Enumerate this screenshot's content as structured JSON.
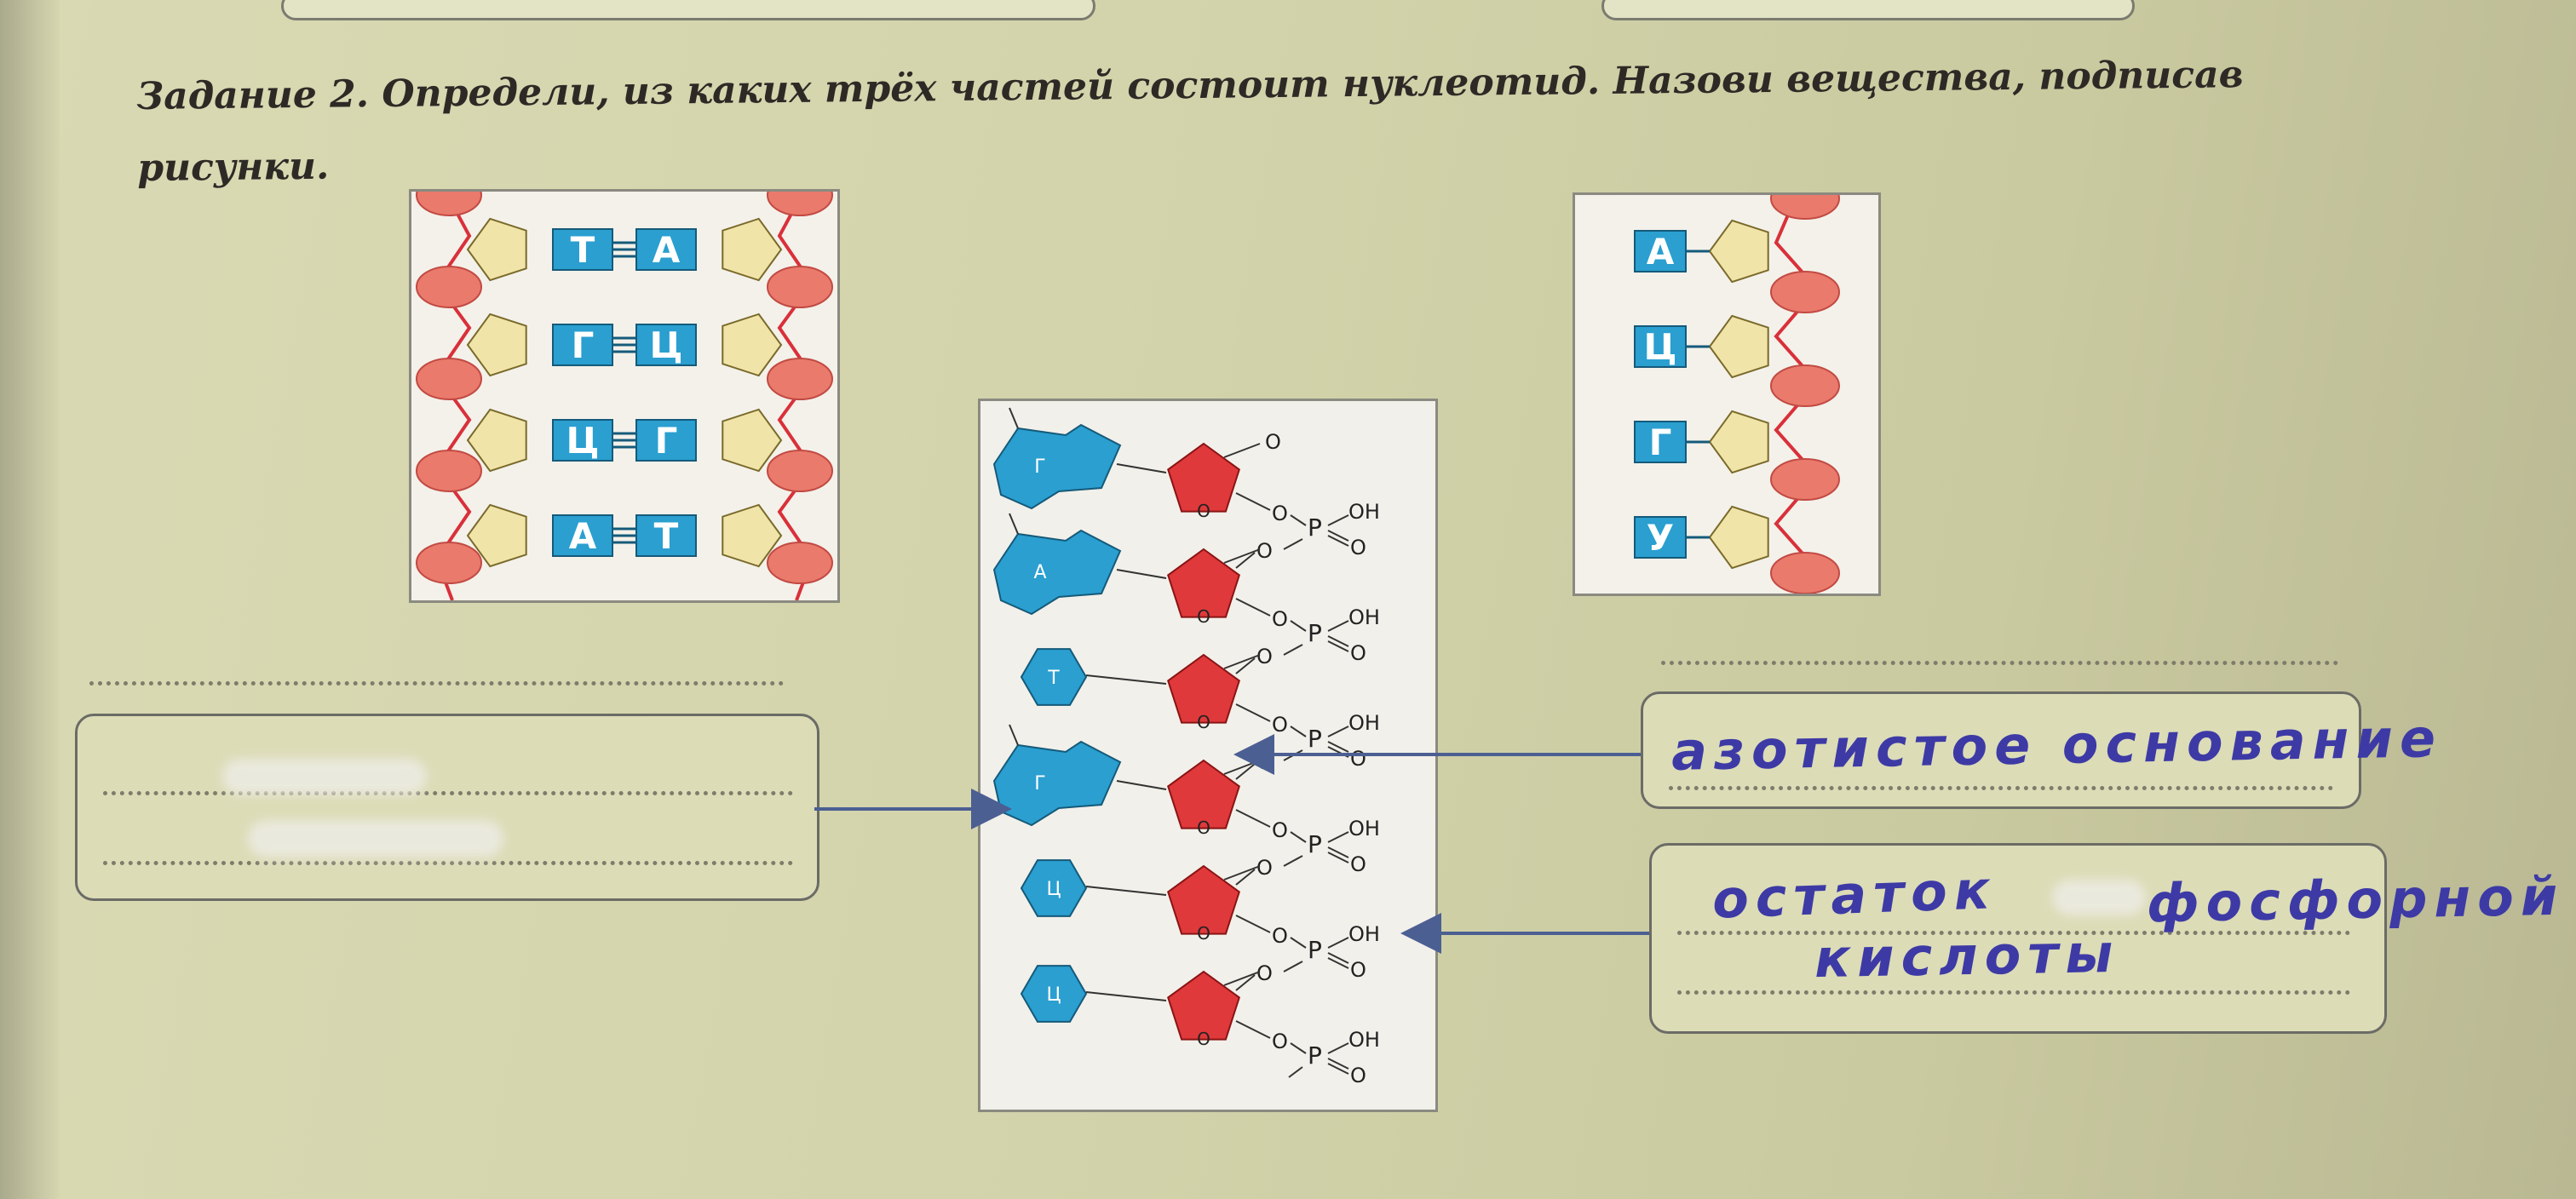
{
  "task": {
    "title": "Задание 2. Определи, из каких трёх частей состоит нуклеотид. Назови вещества, подписав рисунки."
  },
  "dna_double": {
    "pairs": [
      [
        "Т",
        "А"
      ],
      [
        "Г",
        "Ц"
      ],
      [
        "Ц",
        "Г"
      ],
      [
        "А",
        "Т"
      ]
    ]
  },
  "rna_single": {
    "bases": [
      "А",
      "Ц",
      "Г",
      "У"
    ]
  },
  "nucleotide_chain": {
    "bases": [
      "Г",
      "А",
      "Т",
      "Г",
      "Ц",
      "Ц"
    ],
    "oxygen": "O",
    "hydroxyl": "OH",
    "phosphorus": "P"
  },
  "answers": {
    "nitrogen_base": "азотистое основание",
    "phosphoric_1": "остаток",
    "phosphoric_2": "фосфорной",
    "phosphoric_3": "кислоты"
  },
  "colors": {
    "base_blue": "#2a9fd0",
    "sugar_red": "#e0393b",
    "phosphate_salmon": "#ea7a6c",
    "pentagon_cream": "#f1e4a8",
    "ink_blue": "#3d3aa6"
  }
}
